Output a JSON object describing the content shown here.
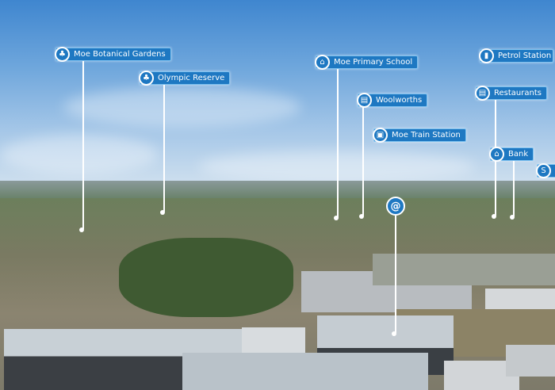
{
  "labels": [
    {
      "name": "Moe Botanical Gardens",
      "icon": "tree-icon"
    },
    {
      "name": "Olympic Reserve",
      "icon": "tree-icon"
    },
    {
      "name": "Moe Primary School",
      "icon": "school-icon"
    },
    {
      "name": "Woolworths",
      "icon": "shop-icon"
    },
    {
      "name": "Moe Train Station",
      "icon": "train-icon"
    },
    {
      "name": "Petrol Station",
      "icon": "fuel-pump-icon"
    },
    {
      "name": "Restaurants",
      "icon": "shop-icon"
    },
    {
      "name": "Bank",
      "icon": "bank-icon"
    }
  ],
  "pin": {
    "symbol": "@",
    "icon": "at-icon"
  },
  "colors": {
    "label_bg": "#1e78c2",
    "label_border": "#7fc2f0"
  }
}
